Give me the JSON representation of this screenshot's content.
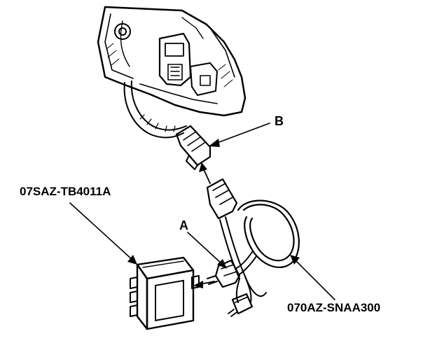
{
  "labels": {
    "connector_b": "B",
    "test_box": "07SAZ-TB4011A",
    "adapter_a": "A",
    "test_harness": "070AZ-SNAA300"
  }
}
